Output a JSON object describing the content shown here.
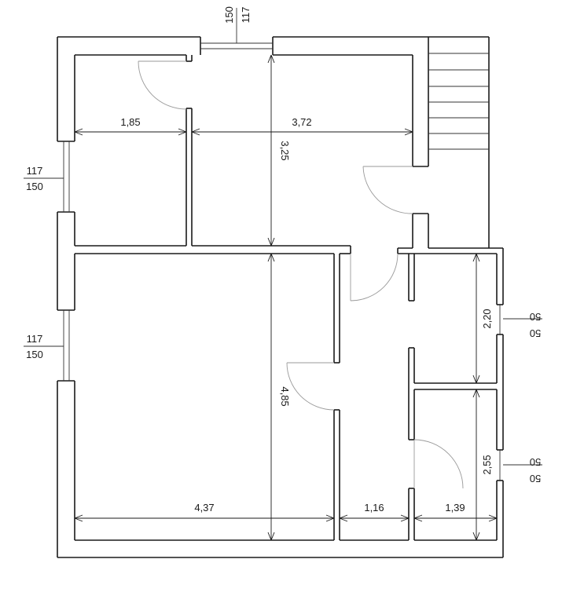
{
  "window_labels": {
    "top": {
      "width": "117",
      "height": "150"
    },
    "left_1": {
      "width": "117",
      "height": "150"
    },
    "left_2": {
      "width": "117",
      "height": "150"
    },
    "right_1": {
      "width": "50",
      "height": "50"
    },
    "right_2": {
      "width": "50",
      "height": "50"
    }
  },
  "dimensions": {
    "room_a_width": "1,85",
    "room_b_width": "3,72",
    "room_b_height": "3,25",
    "room_c_width": "4,37",
    "room_c_height": "4,85",
    "corridor_width": "1,16",
    "bath_width": "1,39",
    "bath_1_height": "2,20",
    "bath_2_height": "2,55"
  },
  "colors": {
    "line": "#1a1a1a",
    "door_swing": "#9a9a9a"
  }
}
